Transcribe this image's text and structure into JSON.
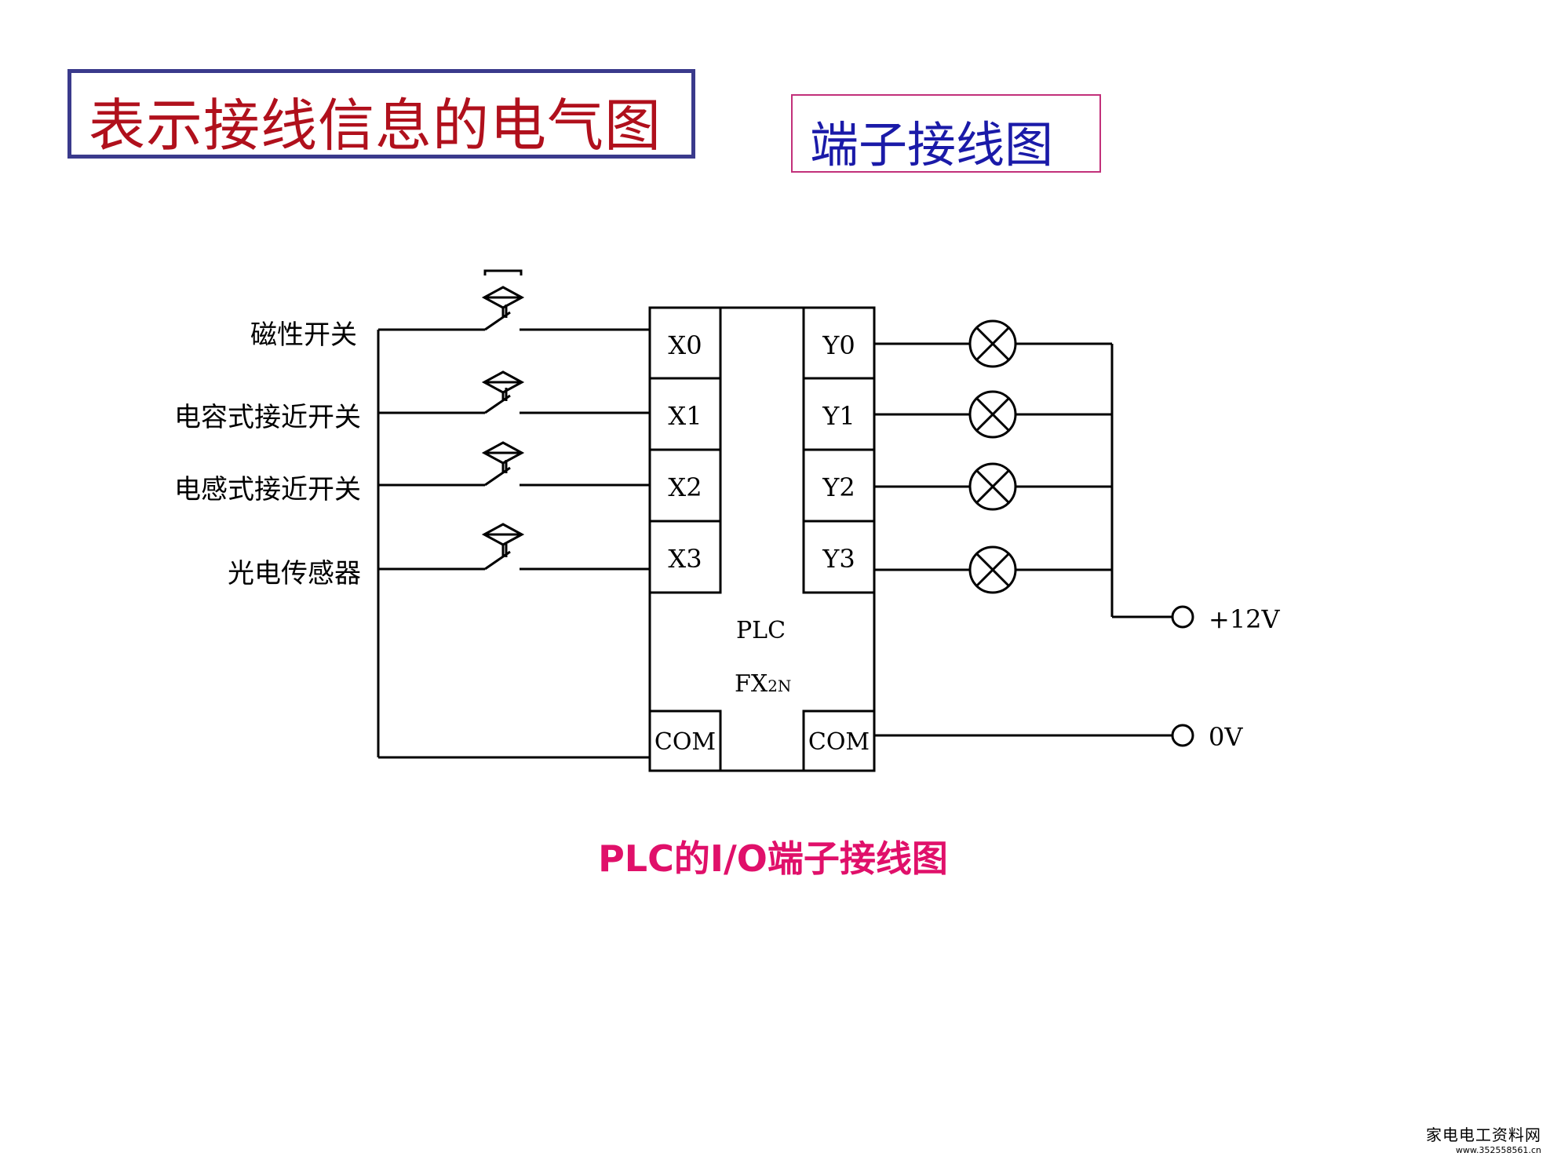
{
  "title": "表示接线信息的电气图",
  "subtitle": "端子接线图",
  "inputs": [
    {
      "label": "磁性开关",
      "terminal": "X0"
    },
    {
      "label": "电容式接近开关",
      "terminal": "X1"
    },
    {
      "label": "电感式接近开关",
      "terminal": "X2"
    },
    {
      "label": "光电传感器",
      "terminal": "X3"
    }
  ],
  "outputs": [
    "Y0",
    "Y1",
    "Y2",
    "Y3"
  ],
  "plc": {
    "name": "PLC",
    "model_main": "FX",
    "model_sub": "2N",
    "com_left": "COM",
    "com_right": "COM"
  },
  "power": {
    "plus": "+12V",
    "zero": "0V"
  },
  "caption": "PLC的I/O端子接线图",
  "watermark": {
    "line1": "家电电工资料网",
    "line2": "www.352558561.cn"
  },
  "colors": {
    "title": "#b0101c",
    "title_border": "#3a3a8c",
    "subtitle": "#1a1aa8",
    "subtitle_border": "#c2307a",
    "caption": "#e0106a"
  }
}
